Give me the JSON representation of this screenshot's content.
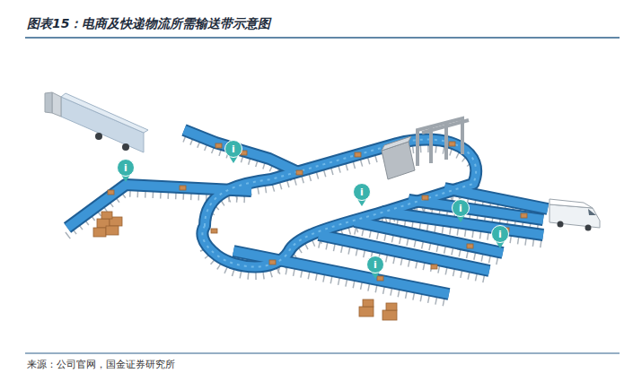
{
  "diagram": {
    "title": "图表15：电商及快递物流所需输送带示意图",
    "caption": "来源：公司官网，国金证券研究所",
    "nodes": [
      {
        "text": [
          "i"
        ]
      },
      {
        "text": [
          "i"
        ]
      },
      {
        "text": [
          "i"
        ]
      },
      {
        "text": [
          "i"
        ]
      },
      {
        "text": [
          "i"
        ]
      },
      {
        "text": [
          "i"
        ]
      }
    ]
  }
}
